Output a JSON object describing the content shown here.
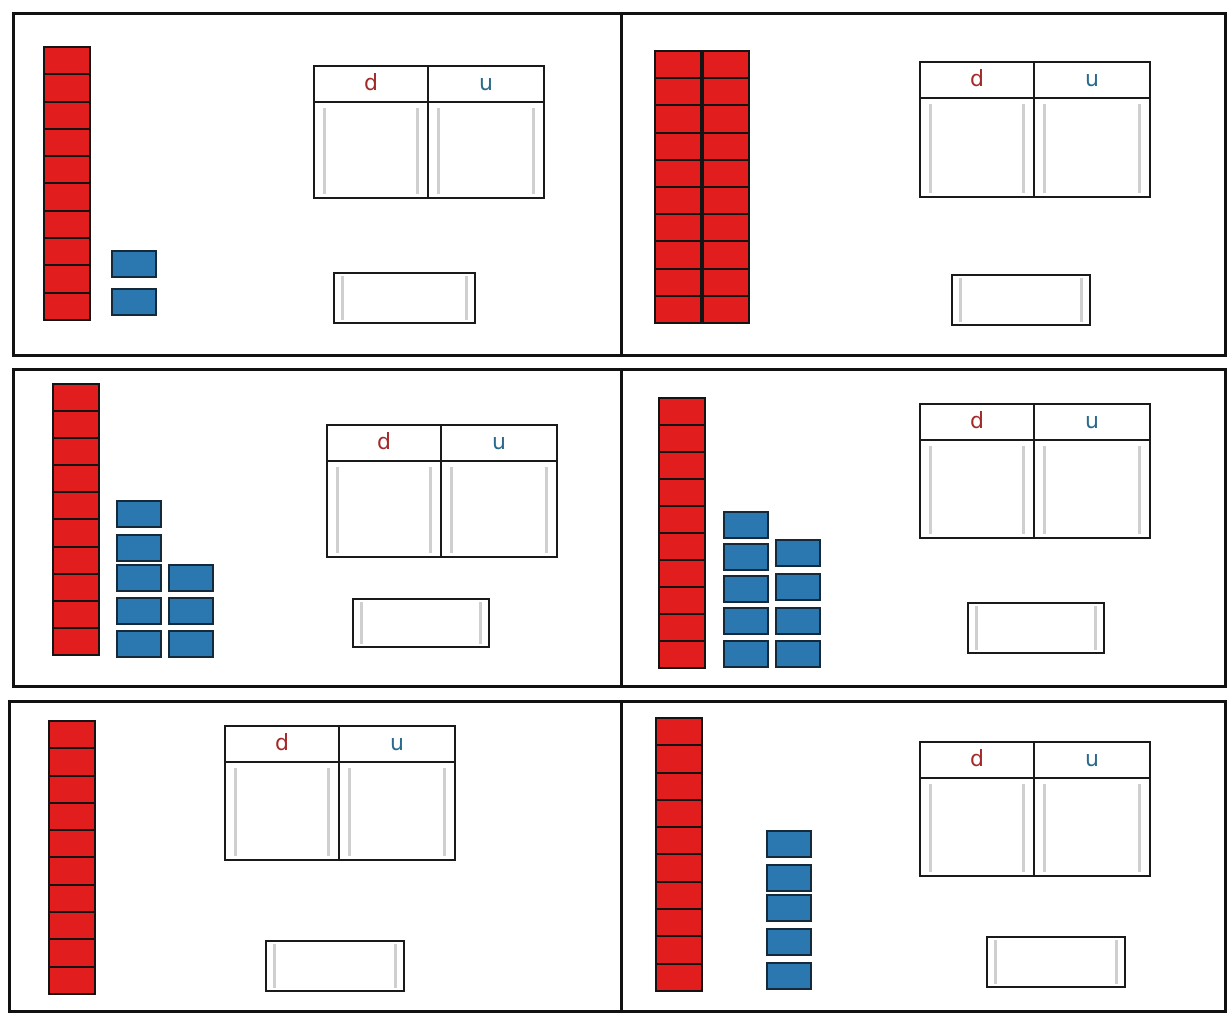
{
  "table_headers": {
    "tens": "d",
    "units": "u"
  },
  "colors": {
    "ten_rod": "#e21d1d",
    "unit_cube": "#2b78b0",
    "tens_label": "#a22a2a",
    "units_label": "#2a6a8c"
  },
  "exercises": [
    {
      "label": "exercise-1",
      "tens_rods": 1,
      "unit_cubes": 2,
      "tens_value": "",
      "units_value": "",
      "answer": ""
    },
    {
      "label": "exercise-2",
      "tens_rods": 2,
      "unit_cubes": 0,
      "tens_value": "",
      "units_value": "",
      "answer": ""
    },
    {
      "label": "exercise-3",
      "tens_rods": 1,
      "unit_cubes": 8,
      "tens_value": "",
      "units_value": "",
      "answer": ""
    },
    {
      "label": "exercise-4",
      "tens_rods": 1,
      "unit_cubes": 9,
      "tens_value": "",
      "units_value": "",
      "answer": ""
    },
    {
      "label": "exercise-5",
      "tens_rods": 1,
      "unit_cubes": 0,
      "tens_value": "",
      "units_value": "",
      "answer": ""
    },
    {
      "label": "exercise-6",
      "tens_rods": 1,
      "unit_cubes": 5,
      "tens_value": "",
      "units_value": "",
      "answer": ""
    }
  ]
}
